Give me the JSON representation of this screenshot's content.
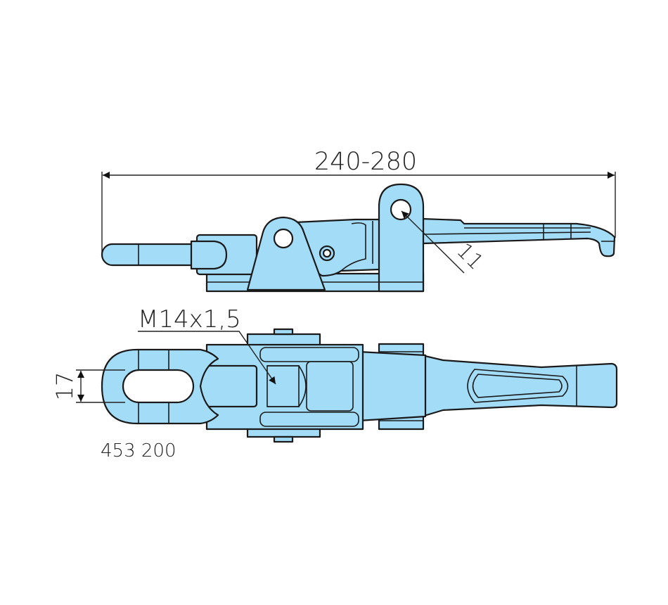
{
  "drawing": {
    "overall_length_dim": "240-280",
    "hole_diameter_dim": "11",
    "thread_callout": "M14x1,5",
    "eye_width_dim": "17",
    "part_number": "453 200",
    "fill_color": "#a3dcf7",
    "line_color": "#1a1a1a"
  }
}
